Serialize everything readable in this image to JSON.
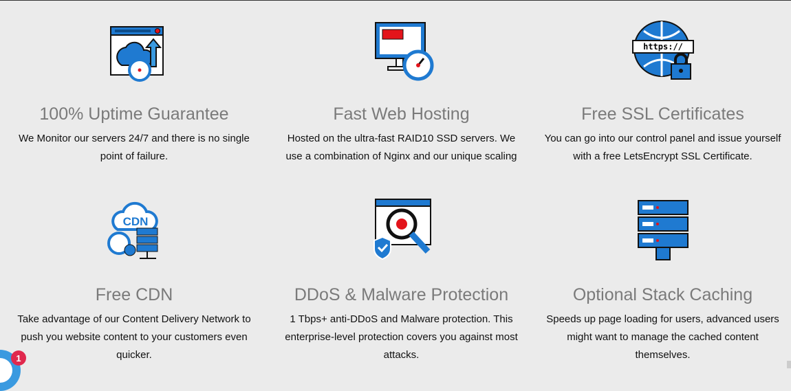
{
  "features": [
    {
      "title": "100% Uptime Guarantee",
      "desc": "We Monitor our servers 24/7 and there is no single point of failure.",
      "icon": "uptime-icon"
    },
    {
      "title": "Fast Web Hosting",
      "desc": "Hosted on the ultra-fast RAID10 SSD servers. We use a combination of Nginx and our unique scaling",
      "icon": "speed-icon"
    },
    {
      "title": "Free SSL Certificates",
      "desc": "You can go into our control panel and issue yourself with a free LetsEncrypt SSL Certificate.",
      "icon": "ssl-icon",
      "https": "https://"
    },
    {
      "title": "Free CDN",
      "desc": "Take advantage of our Content Delivery Network to push you website content to your customers even quicker.",
      "icon": "cdn-icon",
      "cdn": "CDN"
    },
    {
      "title": "DDoS & Malware Protection",
      "desc": "1 Tbps+ anti-DDoS and Malware protection. This enterprise-level protection covers you against most attacks.",
      "icon": "malware-icon"
    },
    {
      "title": "Optional Stack Caching",
      "desc": "Speeds up page loading for users, advanced users might want to manage the cached content themselves.",
      "icon": "server-icon"
    }
  ],
  "chat": {
    "badge": "1"
  },
  "colors": {
    "blue": "#1f7ad1",
    "red": "#e3141b",
    "bg": "#ebebeb"
  }
}
